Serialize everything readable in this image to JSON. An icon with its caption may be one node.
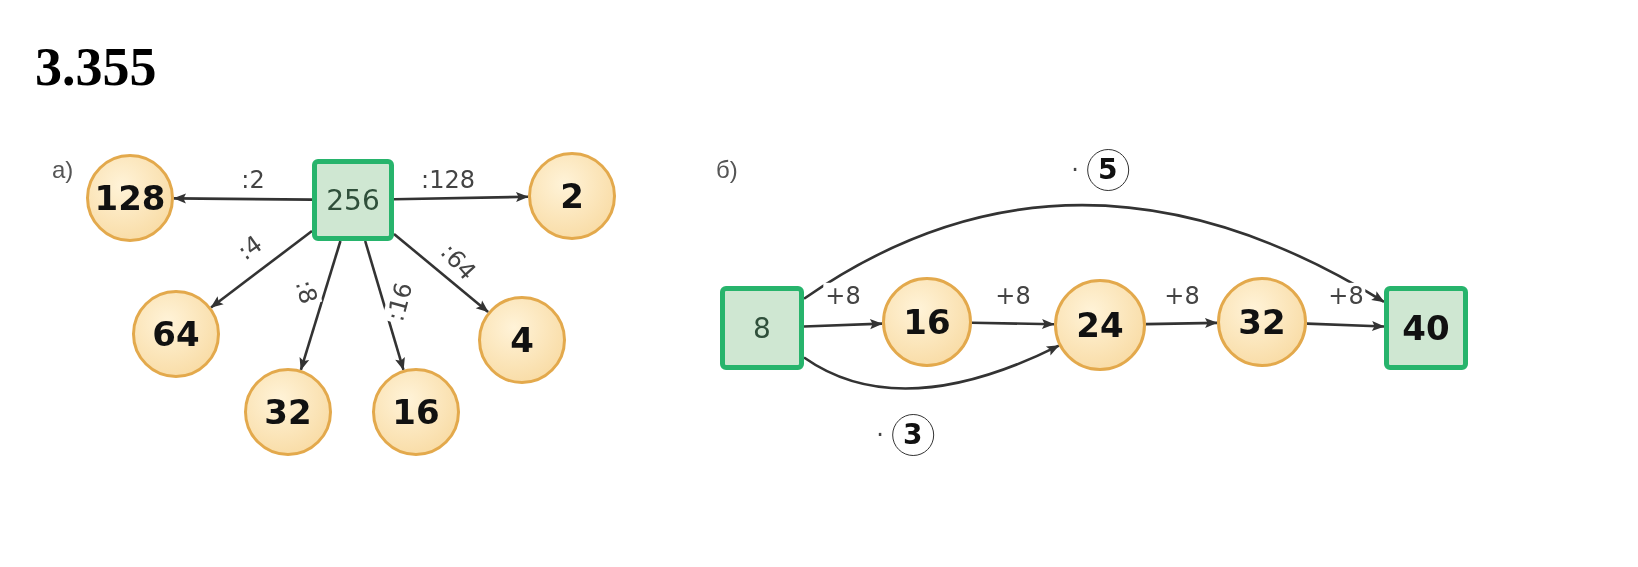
{
  "diagram": {
    "title": "3.355",
    "nodes": [
      {
        "text": [
          "256"
        ]
      },
      {
        "text": [
          "128"
        ]
      },
      {
        "text": [
          "2"
        ]
      },
      {
        "text": [
          "64"
        ]
      },
      {
        "text": [
          "32"
        ]
      },
      {
        "text": [
          "16"
        ]
      },
      {
        "text": [
          "4"
        ]
      },
      {
        "text": [
          "8"
        ]
      },
      {
        "text": [
          "16"
        ]
      },
      {
        "text": [
          "24"
        ]
      },
      {
        "text": [
          "32"
        ]
      },
      {
        "text": [
          "40"
        ]
      }
    ],
    "edges": [
      {
        "from": 0,
        "to": 1,
        "arrow": "to",
        "label": ":2"
      },
      {
        "from": 0,
        "to": 2,
        "arrow": "to",
        "label": ":128"
      },
      {
        "from": 0,
        "to": 3,
        "arrow": "to",
        "label": ":4"
      },
      {
        "from": 0,
        "to": 4,
        "arrow": "to",
        "label": ":8"
      },
      {
        "from": 0,
        "to": 5,
        "arrow": "to",
        "label": ":16"
      },
      {
        "from": 0,
        "to": 6,
        "arrow": "to",
        "label": ":64"
      },
      {
        "from": 7,
        "to": 8,
        "arrow": "to",
        "label": "+8"
      },
      {
        "from": 8,
        "to": 9,
        "arrow": "to",
        "label": "+8"
      },
      {
        "from": 9,
        "to": 10,
        "arrow": "to",
        "label": "+8"
      },
      {
        "from": 10,
        "to": 11,
        "arrow": "to",
        "label": "+8"
      },
      {
        "from": 7,
        "to": 11,
        "arrow": "to",
        "label": "· 5"
      },
      {
        "from": 7,
        "to": 9,
        "arrow": "to",
        "label": "· 3"
      }
    ],
    "labels": [
      "а)",
      "б)"
    ]
  }
}
